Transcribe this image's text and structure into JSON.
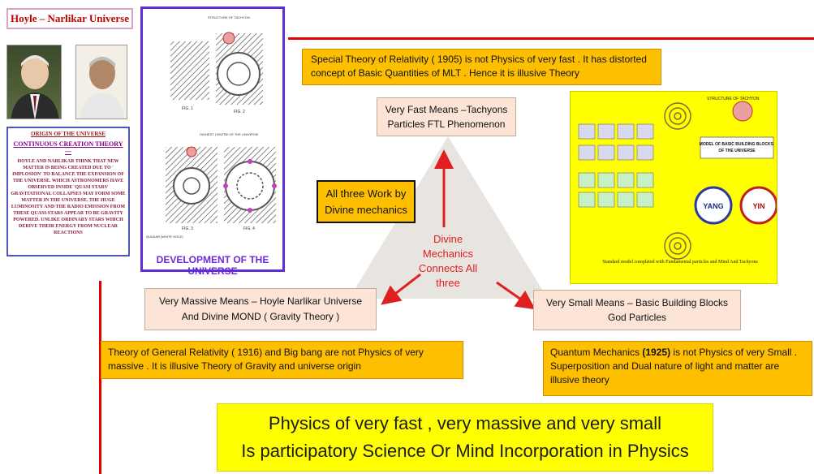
{
  "left": {
    "title": "Hoyle – Narlikar  Universe",
    "origin": {
      "heading": "ORIGIN OF THE UNIVERSE",
      "subheading": "CONTINUOUS CREATION THEORY—",
      "body": "HOYLE AND NARLIKAR THINK THAT NEW MATTER IS BEING CREATED DUE TO ' IMPLOSION' TO BALANCE THE EXPANSION OF THE UNIVERSE. WHICH ASTRONOMERS HAVE OBSERVED INSIDE 'QUASI STARS' GRAVITATIONAL COLLAPSES MAY FORM SOME MATTER IN THE UNIVERSE. THE HUGE LUMINOSITY AND THE RADIO EMISSION FROM THESE QUASI-STARS APPEAR TO BE GRAVITY POWERED. UNLIKE ORDINARY STARS WHICH DERIVE THEIR ENERGY FROM NUCLEAR REACTIONS"
    },
    "development": {
      "title": "DEVELOPMENT OF THE UNIVERSE",
      "fig1": "FIG. 1",
      "fig2": "FIG. 2",
      "fig3": "FIG. 3",
      "fig4": "FIG. 4",
      "label_structure": "STRUCTURE OF TACHYON",
      "label_highest": "HIGHEST CENTRE OF THE UNIVERSE",
      "label_quasar": "QUASAR (WHITE HOLE)"
    }
  },
  "center": {
    "str_text": "Special Theory of  Relativity ( 1905) is not Physics of very fast . It has distorted concept  of Basic Quantities of MLT . Hence it is illusive Theory",
    "fast_text": "Very Fast Means –Tachyons Particles FTL Phenomenon",
    "work_text": "All three  Work  by Divine mechanics",
    "center_text": "Divine Mechanics Connects All three",
    "massive_text": "Very Massive Means – Hoyle Narlikar Universe And Divine MOND ( Gravity Theory )",
    "small_text": "Very Small  Means – Basic Building Blocks God Particles",
    "gr_text": "Theory of  General   Relativity ( 1916)  and  Big bang are  not Physics of very massive  . It is illusive Theory  of Gravity and universe origin",
    "qm_text_a": "Quantum Mechanics ",
    "qm_year": "(1925)",
    "qm_text_b": " is not Physics of very  Small . Superposition and Dual nature of light and matter are illusive  theory",
    "bottom_line1": "Physics of very fast , very massive and very small",
    "bottom_line2": "Is participatory Science Or Mind Incorporation in Physics"
  },
  "right_panel": {
    "title": "MODEL OF BASIC BUILDING BLOCKS OF THE UNIVERSE",
    "tachyon_label": "STRUCTURE OF TACHYON",
    "yang": "YANG",
    "yin": "YIN",
    "caption": "Standard model completed with Fundamental particles and Mind And Tachyons"
  },
  "colors": {
    "red_line": "#e00000",
    "orange_box": "#fdbf00",
    "beige_box": "#fce4d6",
    "yellow_box": "#ffff00",
    "arrow": "#e02020"
  }
}
